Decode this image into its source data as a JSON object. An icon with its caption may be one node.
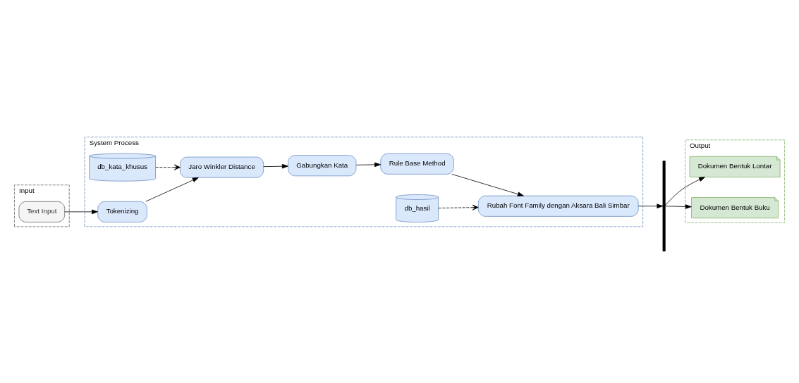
{
  "diagram": {
    "nodes": [
      {
        "text": [
          "Input"
        ]
      },
      {
        "text": [
          "Text Input"
        ],
        "in": 0
      },
      {
        "text": [
          "Output"
        ]
      },
      {
        "text": [
          "Dokumen Bentuk Lontar"
        ],
        "in": 2
      },
      {
        "text": [
          "Dokumen Bentuk Buku"
        ],
        "in": 2
      },
      {
        "text": [
          "System Process"
        ]
      },
      {
        "text": [
          "db_kata_khusus"
        ],
        "in": 5
      },
      {
        "text": [
          "Tokenizing"
        ],
        "in": 5
      },
      {
        "text": [
          "Jaro Winkler Distance"
        ],
        "in": 5
      },
      {
        "text": [
          "Gabungkan Kata"
        ],
        "in": 5
      },
      {
        "text": [
          "Rubah Font Family dengan Aksara Bali Simbar"
        ],
        "in": 5
      },
      {
        "text": [
          "Rule Base Method"
        ],
        "in": 5
      },
      {
        "text": [
          "db_hasil"
        ],
        "in": 5
      },
      {
        "text": [],
        "shape": "bar"
      }
    ],
    "edges": [
      {
        "from": 1,
        "to": 7,
        "arrow": "to"
      },
      {
        "from": 7,
        "to": 8,
        "arrow": "to"
      },
      {
        "from": 6,
        "to": 8,
        "arrow": "to",
        "style": "dashed"
      },
      {
        "from": 8,
        "to": 9,
        "arrow": "to"
      },
      {
        "from": 9,
        "to": 11,
        "arrow": "to"
      },
      {
        "from": 11,
        "to": 10,
        "arrow": "to"
      },
      {
        "from": 12,
        "to": 10,
        "arrow": "to",
        "style": "dashed"
      },
      {
        "from": 10,
        "to": 13,
        "arrow": "to"
      },
      {
        "from": 13,
        "to": 3,
        "arrow": "to"
      },
      {
        "from": 13,
        "to": 4,
        "arrow": "to"
      }
    ]
  }
}
